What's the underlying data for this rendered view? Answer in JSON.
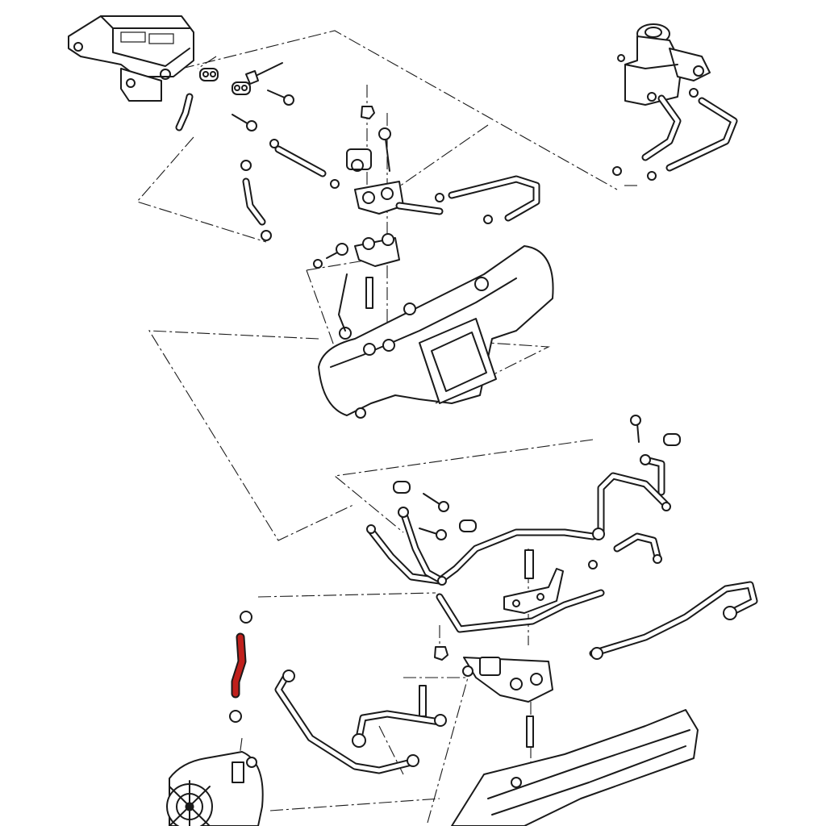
{
  "figure": {
    "type": "exploded-parts-diagram",
    "style": "black line art on white background",
    "highlight_color": "#c0201c",
    "line_color": "#1a1a1a",
    "background_color": "#ffffff"
  },
  "parts": [
    {
      "name": "control-module-bracket"
    },
    {
      "name": "vacuum-valve-assembly"
    },
    {
      "name": "hose-clamp"
    },
    {
      "name": "bolt"
    },
    {
      "name": "washer"
    },
    {
      "name": "nut"
    },
    {
      "name": "stud"
    },
    {
      "name": "vacuum-hose"
    },
    {
      "name": "pipe-junction-block"
    },
    {
      "name": "intake-manifold"
    },
    {
      "name": "manifold-gasket"
    },
    {
      "name": "fuel-pipe-assembly"
    },
    {
      "name": "pipe-bracket"
    },
    {
      "name": "alternator"
    },
    {
      "name": "cylinder-head-cover"
    },
    {
      "name": "highlighted-hose",
      "highlighted": true
    }
  ]
}
